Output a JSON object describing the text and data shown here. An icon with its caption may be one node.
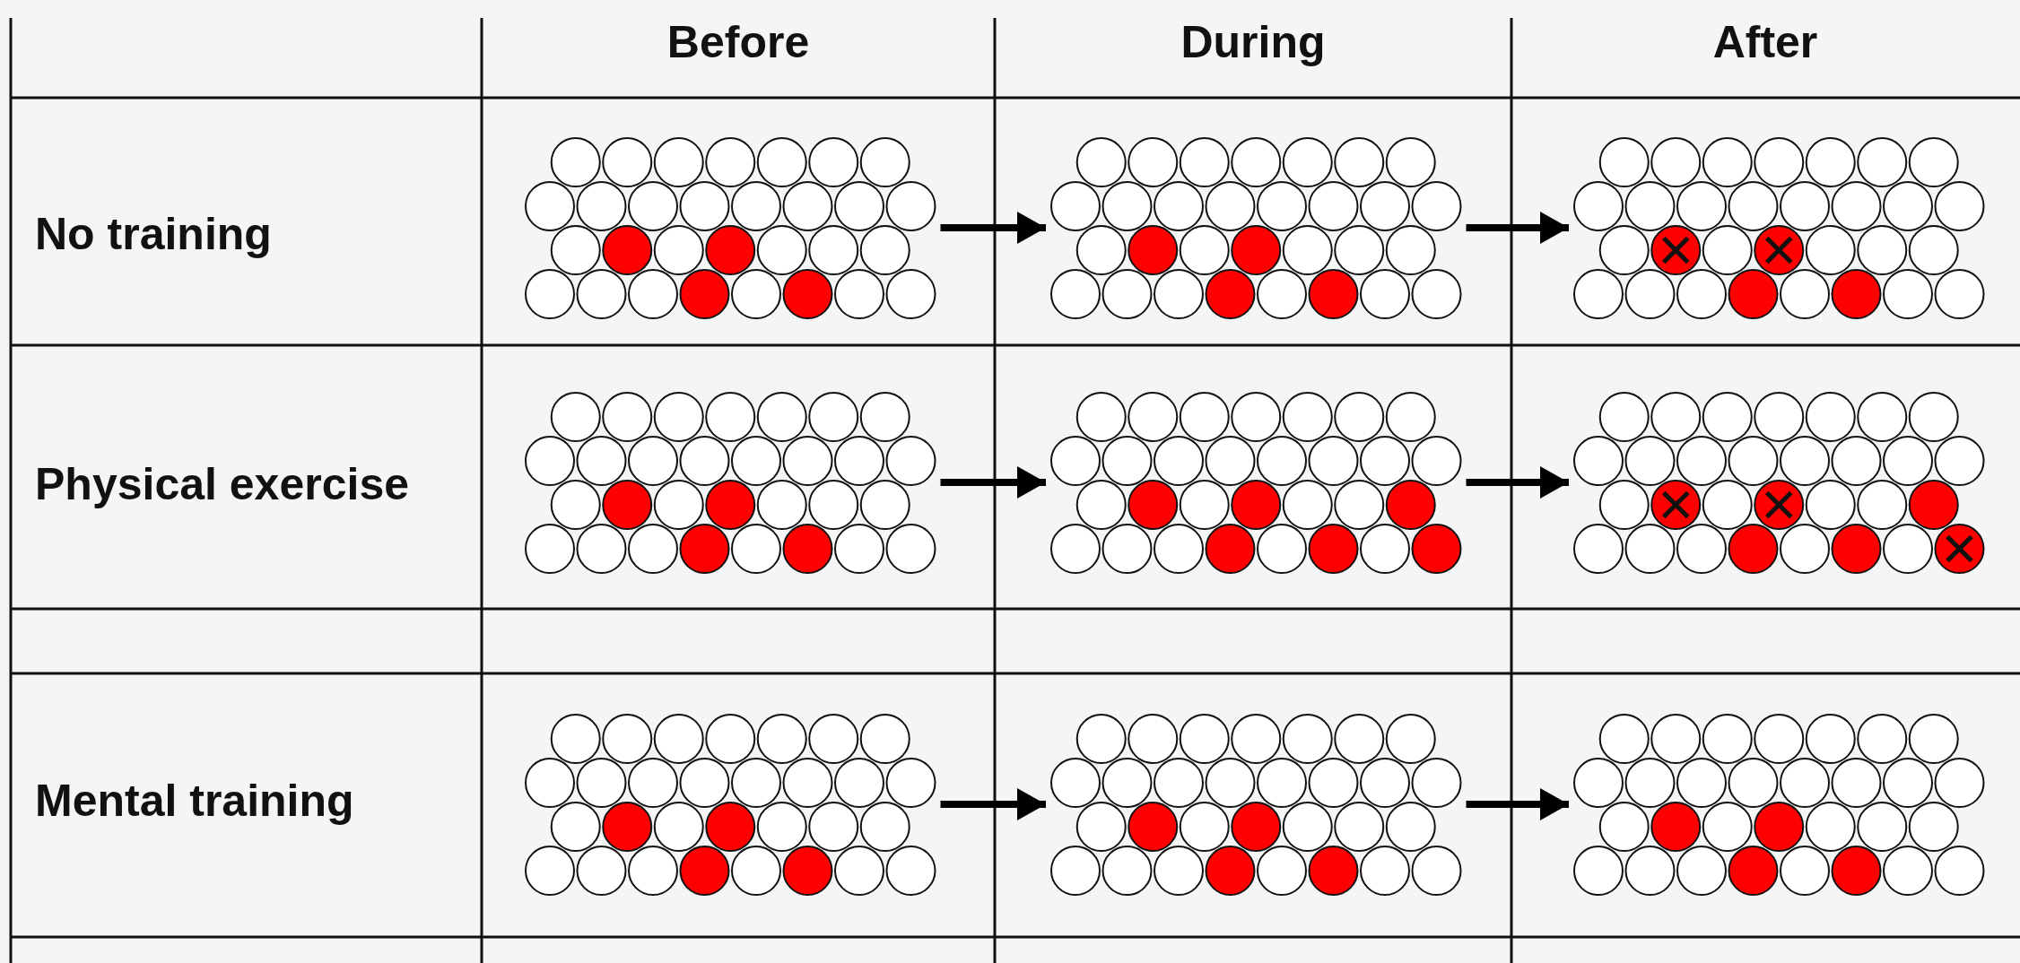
{
  "diagram": {
    "nodes": [
      {
        "text": [],
        "shape": "picture"
      },
      {
        "text": [],
        "shape": "picture"
      },
      {
        "text": [],
        "shape": "picture"
      },
      {
        "text": [],
        "shape": "picture"
      },
      {
        "text": [],
        "shape": "picture"
      },
      {
        "text": [],
        "shape": "picture"
      },
      {
        "text": [],
        "shape": "picture"
      },
      {
        "text": [],
        "shape": "picture"
      },
      {
        "text": [],
        "shape": "picture"
      }
    ],
    "edges": [
      {
        "from": 0,
        "to": 1,
        "arrow": "to"
      },
      {
        "from": 1,
        "to": 2,
        "arrow": "to"
      },
      {
        "from": 3,
        "to": 4,
        "arrow": "to"
      },
      {
        "from": 4,
        "to": 5,
        "arrow": "to"
      },
      {
        "from": 6,
        "to": 7,
        "arrow": "to"
      },
      {
        "from": 7,
        "to": 8,
        "arrow": "to"
      }
    ],
    "labels": [
      "Before",
      "During",
      "After",
      "No training",
      "Physical exercise",
      "Mental training"
    ]
  }
}
